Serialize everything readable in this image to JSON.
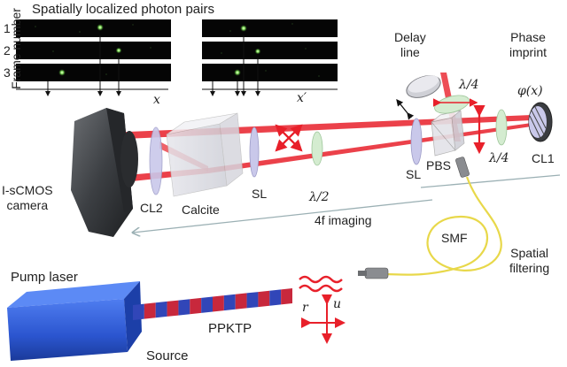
{
  "header": {
    "title": "Spatially localized photon pairs",
    "axis_label": "Frame number",
    "frames": [
      "1",
      "2",
      "3"
    ],
    "x_label": "x",
    "x_prime_label": "x′"
  },
  "components": {
    "camera": "I-sCMOS\ncamera",
    "cl2": "CL2",
    "calcite": "Calcite",
    "sl_left": "SL",
    "half_wave": "λ/2",
    "sl_right": "SL",
    "pbs": "PBS",
    "quarter_top": "λ/4",
    "quarter_right": "λ/4",
    "cl1": "CL1",
    "delay_line": "Delay\nline",
    "phase_imprint": "Phase\nimprint",
    "phi": "φ(x)",
    "imaging": "4f imaging",
    "smf": "SMF",
    "spatial_filtering": "Spatial\nfiltering",
    "pump_laser": "Pump laser",
    "source": "Source",
    "ppktp": "PPKTP",
    "r": "r",
    "u": "u"
  },
  "colors": {
    "beam": "#e8202a",
    "lens": "#c9c8ea",
    "waveplate": "#d4ecd0",
    "fiber": "#e8d84a",
    "guide": "#9bb0b4",
    "pump": "#2f5bd6",
    "ppktp_red": "#c8283c",
    "ppktp_blue": "#3146b8"
  }
}
